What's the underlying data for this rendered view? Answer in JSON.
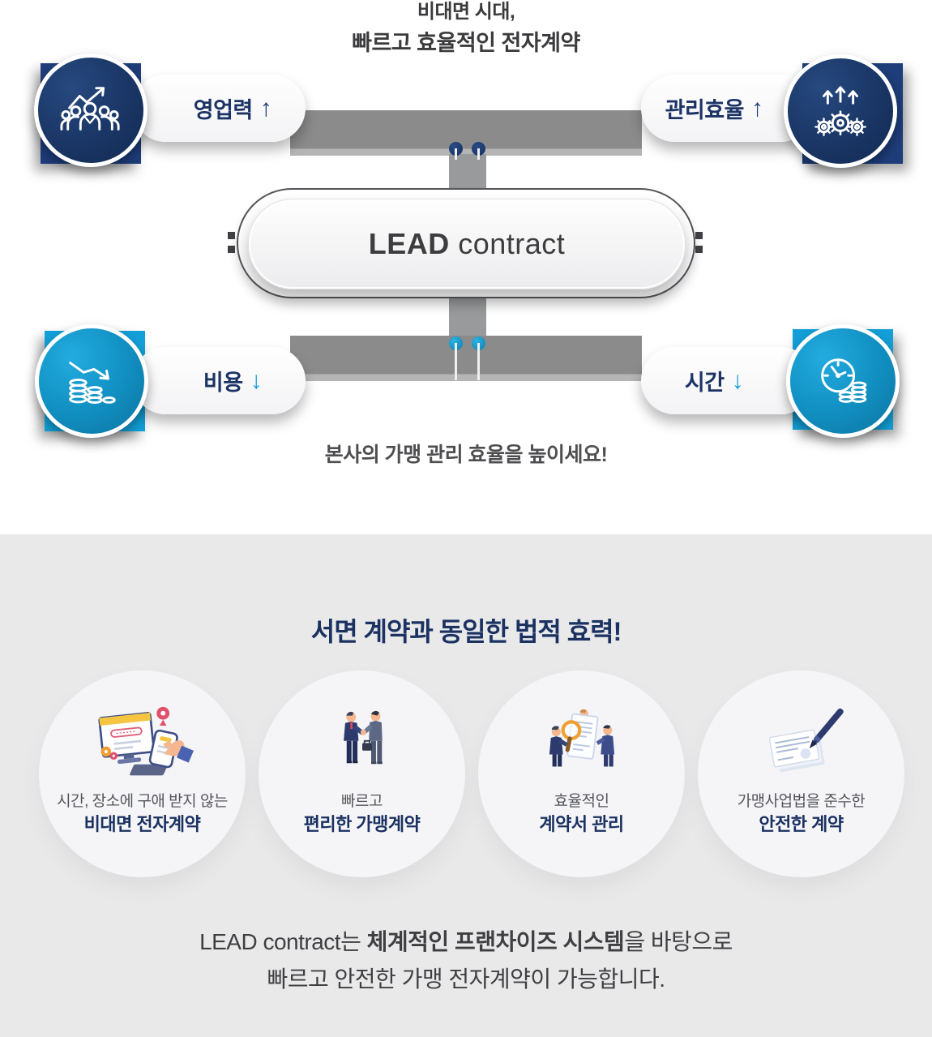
{
  "header": {
    "title_line1": "비대면 시대,",
    "title_line2": "빠르고 효율적인 전자계약"
  },
  "diagram": {
    "center_label_bold": "LEAD",
    "center_label_rest": " contract",
    "caption": "본사의 가맹 관리 효율을 높이세요!",
    "features": [
      {
        "label": "영업력",
        "arrow": "↑",
        "direction": "up",
        "theme": "navy",
        "icon": "sales-team-growth-icon",
        "position": "top-left"
      },
      {
        "label": "관리효율",
        "arrow": "↑",
        "direction": "up",
        "theme": "navy",
        "icon": "management-efficiency-gears-icon",
        "position": "top-right"
      },
      {
        "label": "비용",
        "arrow": "↓",
        "direction": "down",
        "theme": "cyan",
        "icon": "cost-coins-decrease-icon",
        "position": "bottom-left"
      },
      {
        "label": "시간",
        "arrow": "↓",
        "direction": "down",
        "theme": "cyan",
        "icon": "time-clock-coins-icon",
        "position": "bottom-right"
      }
    ]
  },
  "benefits": {
    "heading": "서면 계약과 동일한 법적 효력!",
    "items": [
      {
        "line1": "시간, 장소에 구애 받지 않는",
        "line2": "비대면 전자계약",
        "icon": "remote-econtract-illustration"
      },
      {
        "line1": "빠르고",
        "line2": "편리한 가맹계약",
        "icon": "handshake-illustration"
      },
      {
        "line1": "효율적인",
        "line2": "계약서 관리",
        "icon": "contract-review-illustration"
      },
      {
        "line1": "가맹사업법을 준수한",
        "line2": "안전한 계약",
        "icon": "contract-signing-illustration"
      }
    ],
    "footer_line1_prefix": "LEAD contract는 ",
    "footer_line1_bold": "체계적인 프랜차이즈 시스템",
    "footer_line1_suffix": "을 바탕으로",
    "footer_line2": "빠르고 안전한 가맹 전자계약이 가능합니다."
  },
  "colors": {
    "brand_navy": "#1e3d7a",
    "brand_cyan": "#13a0d8",
    "heading_navy": "#1a3161",
    "connector_gray": "#8b8b8b",
    "section_bg": "#e9e9ea"
  }
}
